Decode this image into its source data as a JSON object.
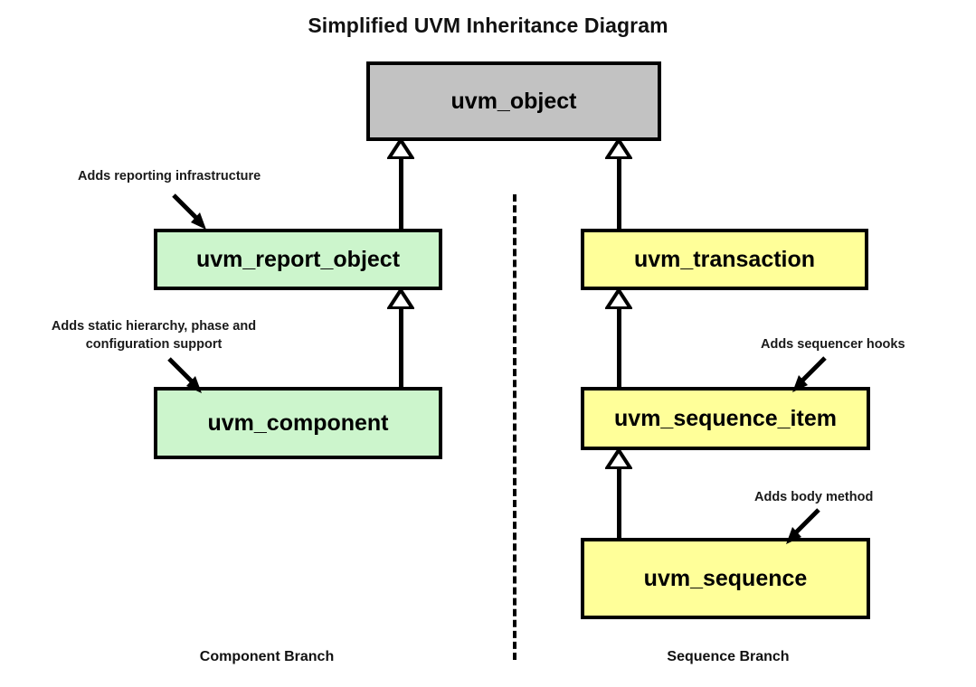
{
  "title": "Simplified UVM Inheritance Diagram",
  "colors": {
    "root_fill": "#c2c2c2",
    "component_fill": "#ccf5cc",
    "sequence_fill": "#ffff99",
    "stroke": "#000000",
    "background": "#ffffff"
  },
  "nodes": {
    "root": {
      "label": "uvm_object"
    },
    "report_object": {
      "label": "uvm_report_object"
    },
    "component": {
      "label": "uvm_component"
    },
    "transaction": {
      "label": "uvm_transaction"
    },
    "sequence_item": {
      "label": "uvm_sequence_item"
    },
    "sequence": {
      "label": "uvm_sequence"
    }
  },
  "notes": {
    "reporting": "Adds reporting infrastructure",
    "static_hierarchy": "Adds static hierarchy, phase and\nconfiguration support",
    "sequencer_hooks": "Adds sequencer hooks",
    "body_method": "Adds body method"
  },
  "branches": {
    "left": "Component Branch",
    "right": "Sequence Branch"
  },
  "relations": [
    {
      "child": "uvm_report_object",
      "parent": "uvm_object",
      "kind": "generalization"
    },
    {
      "child": "uvm_transaction",
      "parent": "uvm_object",
      "kind": "generalization"
    },
    {
      "child": "uvm_component",
      "parent": "uvm_report_object",
      "kind": "generalization"
    },
    {
      "child": "uvm_sequence_item",
      "parent": "uvm_transaction",
      "kind": "generalization"
    },
    {
      "child": "uvm_sequence",
      "parent": "uvm_sequence_item",
      "kind": "generalization"
    }
  ]
}
